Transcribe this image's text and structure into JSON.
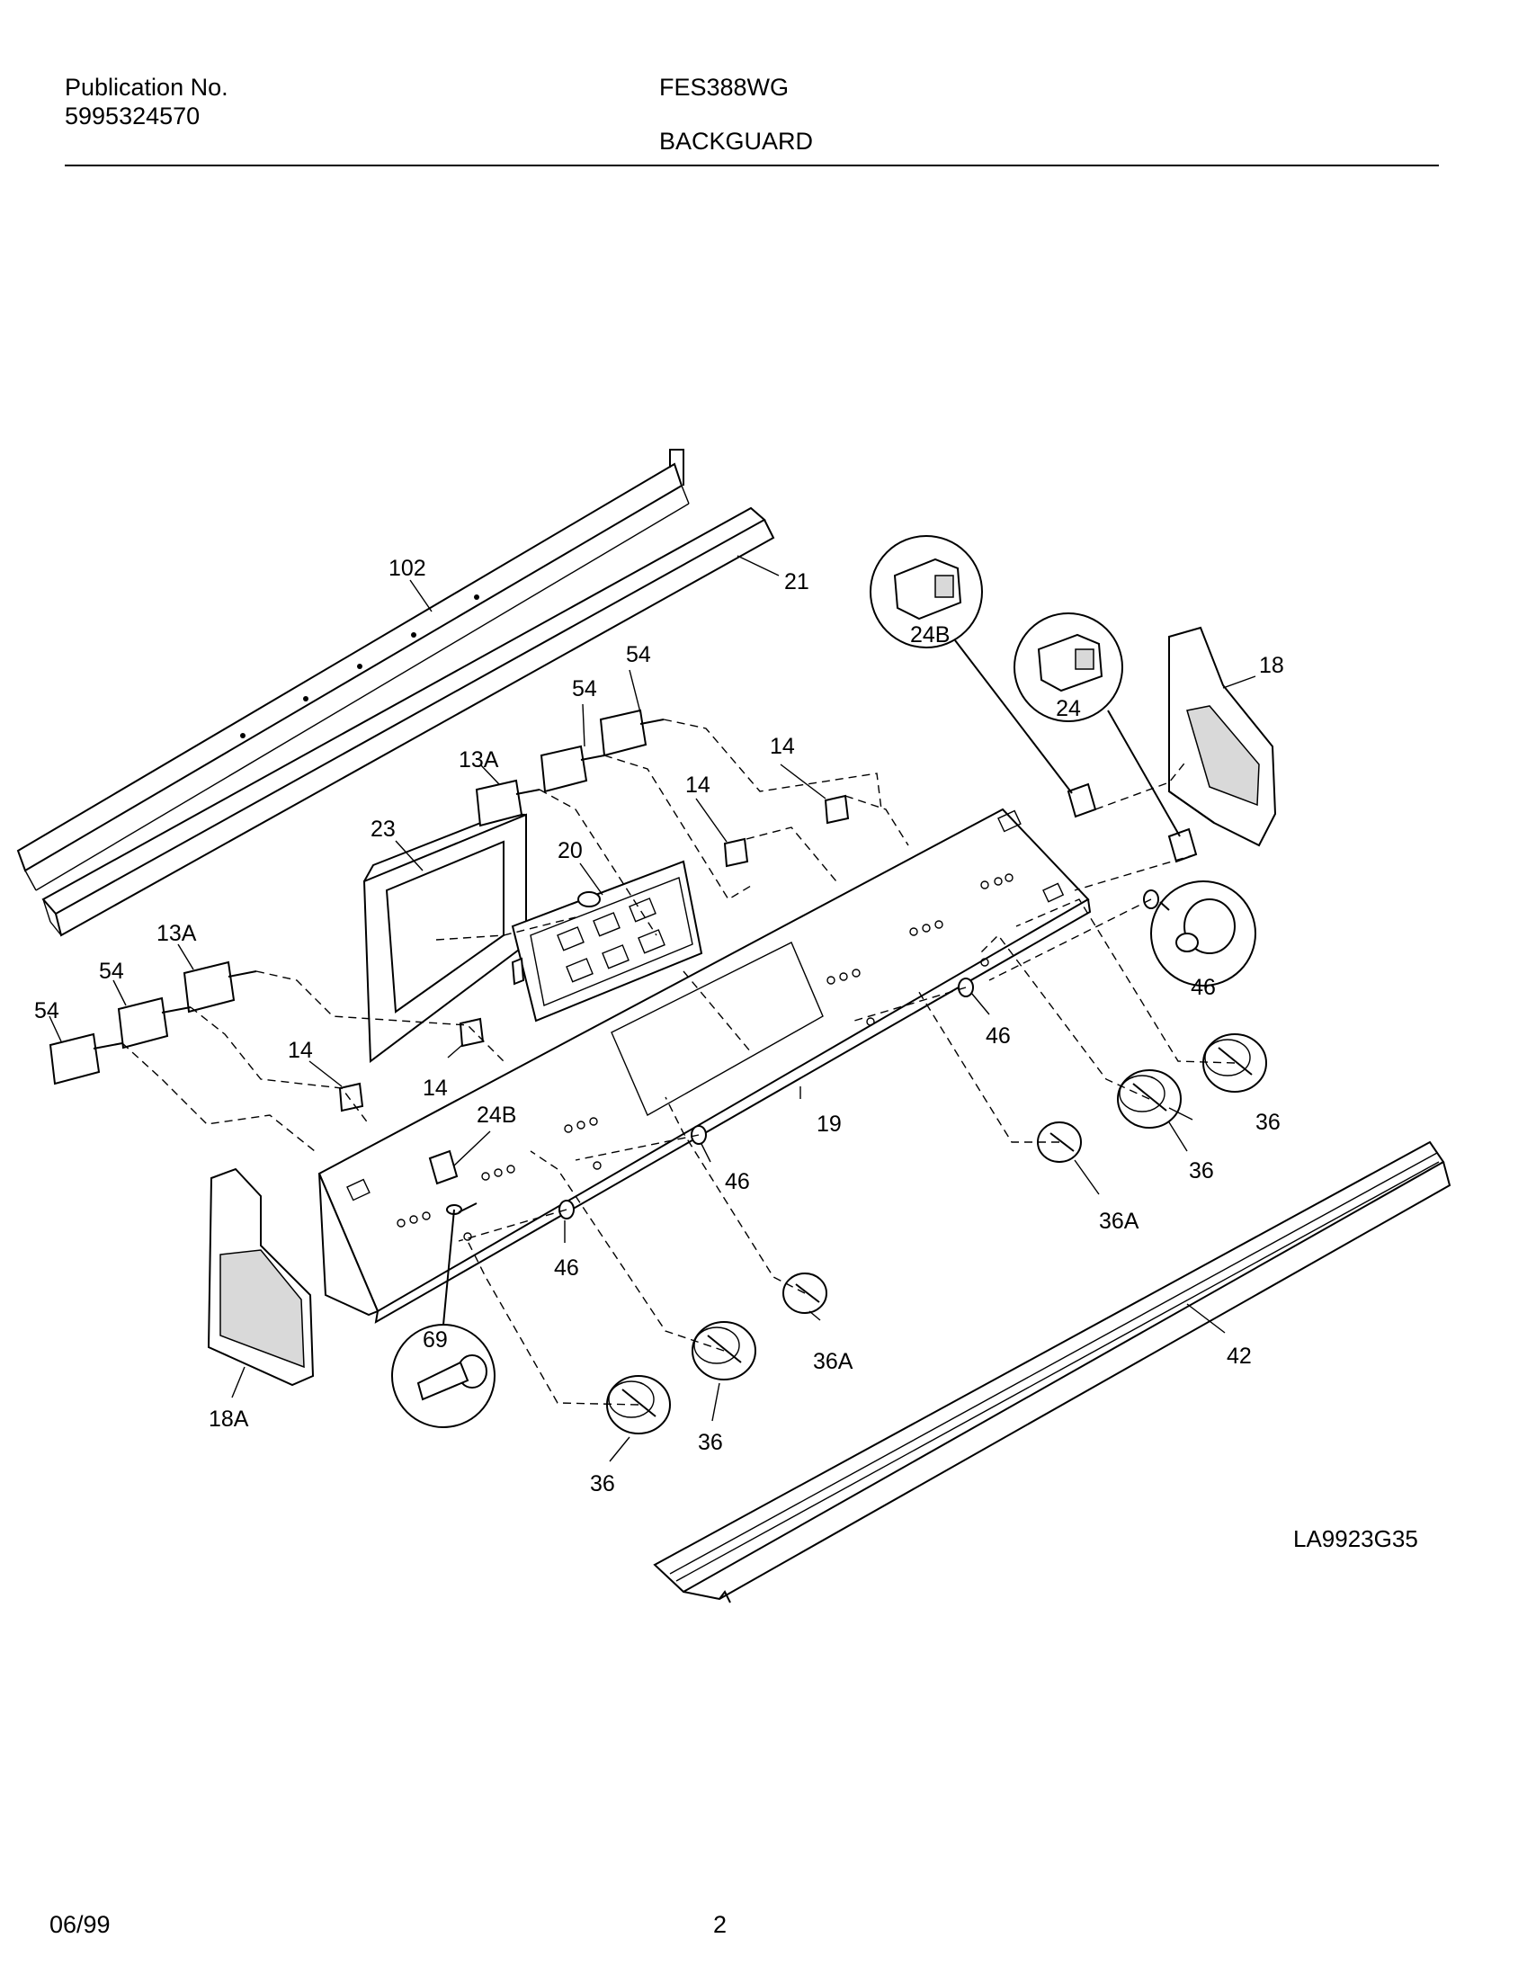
{
  "header": {
    "publication_label": "Publication No.",
    "publication_number": "5995324570",
    "model": "FES388WG",
    "section": "BACKGUARD"
  },
  "diagram": {
    "drawing_number": "LA9923G35",
    "callouts": {
      "c102": "102",
      "c21": "21",
      "c24B_top": "24B",
      "c24": "24",
      "c18": "18",
      "c54_a": "54",
      "c54_b": "54",
      "c13A_a": "13A",
      "c14_a": "14",
      "c14_b": "14",
      "c23": "23",
      "c20": "20",
      "c13A_b": "13A",
      "c54_c": "54",
      "c54_d": "54",
      "c14_c": "14",
      "c14_d": "14",
      "c46_circle": "46",
      "c46_a": "46",
      "c19": "19",
      "c36_a": "36",
      "c36_b": "36",
      "c24B_b": "24B",
      "c46_b": "46",
      "c36A_a": "36A",
      "c46_c": "46",
      "c69": "69",
      "c18A": "18A",
      "c36A_b": "36A",
      "c42": "42",
      "c36_c": "36",
      "c36_d": "36"
    }
  },
  "footer": {
    "date": "06/99",
    "page": "2"
  }
}
